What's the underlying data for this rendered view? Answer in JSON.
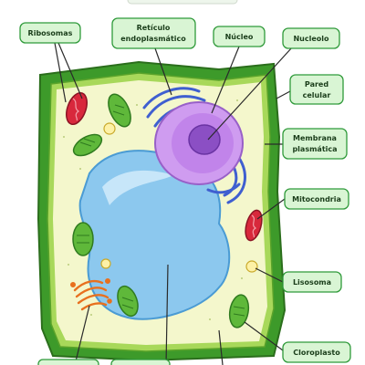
{
  "labels": {
    "ribosomas": "Ribosomas",
    "reticulo_1": "Retículo",
    "reticulo_2": "endoplasmático",
    "nucleo": "Núcleo",
    "nucleolo": "Nucleolo",
    "pared_1": "Pared",
    "pared_2": "celular",
    "membrana_1": "Membrana",
    "membrana_2": "plasmática",
    "mitocondria": "Mitocondria",
    "lisosoma": "Lisosoma",
    "cloroplasto": "Cloroplasto"
  }
}
